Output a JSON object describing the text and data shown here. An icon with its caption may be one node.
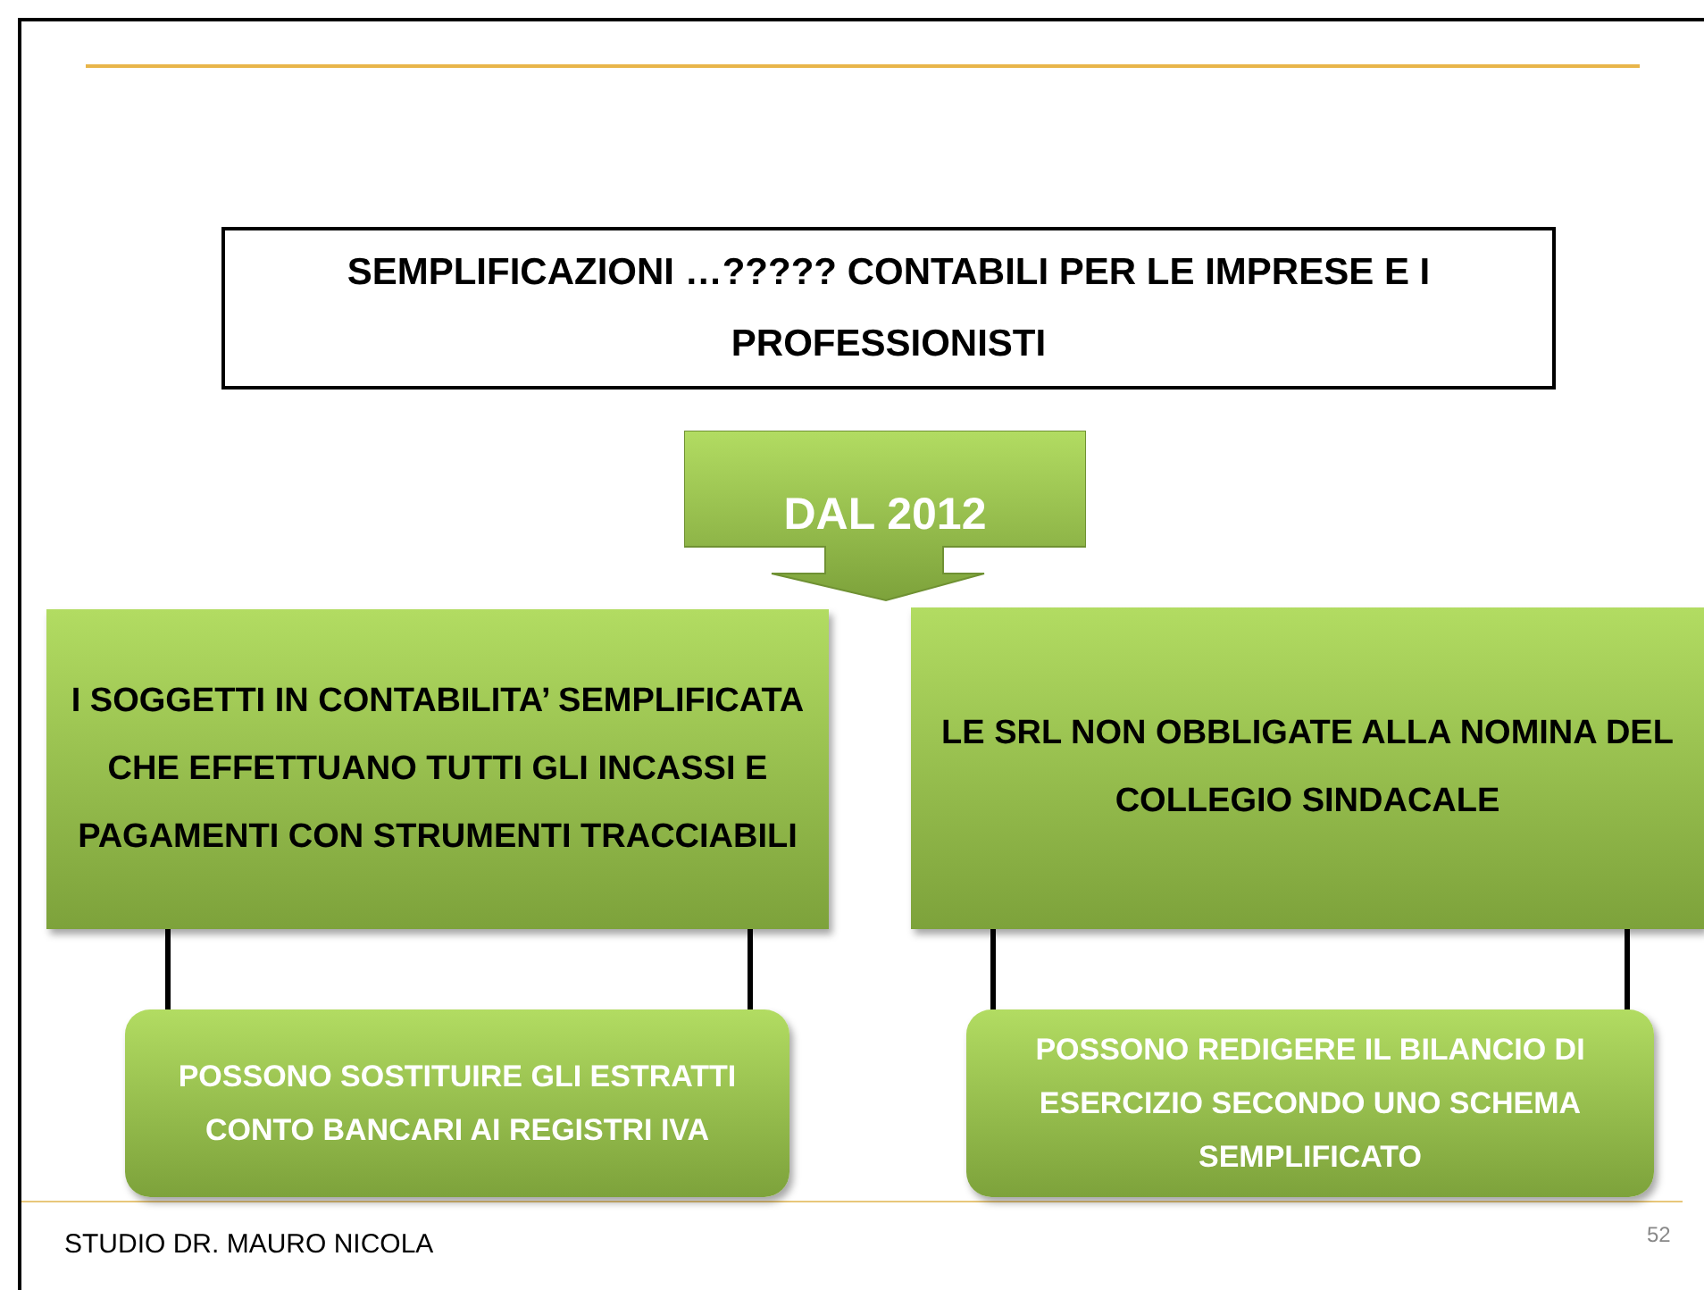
{
  "diagram": {
    "nodes": [
      {
        "text": [
          "SEMPLIFICAZIONI …????? CONTABILI PER LE IMPRESE E I PROFESSIONISTI"
        ]
      },
      {
        "text": [
          "DAL 2012"
        ]
      },
      {
        "text": [
          "I SOGGETTI IN CONTABILITA’ SEMPLIFICATA CHE EFFETTUANO TUTTI GLI INCASSI E PAGAMENTI CON STRUMENTI TRACCIABILI"
        ]
      },
      {
        "text": [
          "LE SRL NON OBBLIGATE ALLA NOMINA DEL COLLEGIO SINDACALE"
        ]
      },
      {
        "text": [
          "POSSONO SOSTITUIRE GLI ESTRATTI CONTO BANCARI AI REGISTRI IVA"
        ]
      },
      {
        "text": [
          "POSSONO REDIGERE IL BILANCIO DI ESERCIZIO SECONDO UNO SCHEMA SEMPLIFICATO"
        ]
      }
    ],
    "edges": [
      {
        "from": 2,
        "to": 4,
        "arrow": "other"
      },
      {
        "from": 2,
        "to": 4,
        "arrow": "other"
      },
      {
        "from": 3,
        "to": 5,
        "arrow": "other"
      },
      {
        "from": 3,
        "to": 5,
        "arrow": "other"
      }
    ],
    "labels": [
      "STUDIO DR. MAURO NICOLA",
      "52"
    ]
  }
}
